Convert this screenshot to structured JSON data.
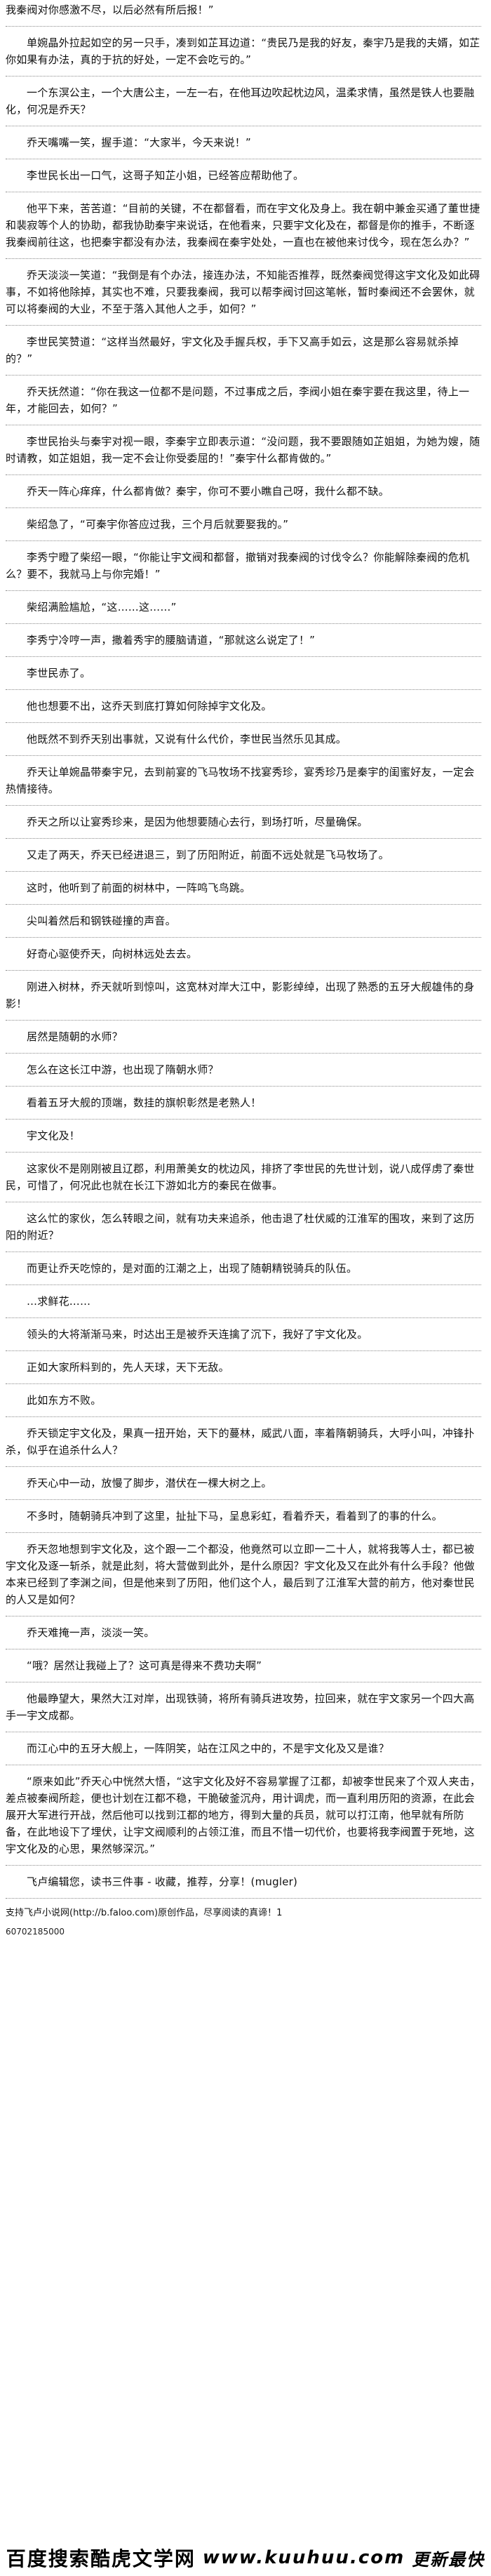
{
  "top_fragment": "……………………………………………………………………………",
  "paragraphs": [
    "我秦阀对你感激不尽，以后必然有所后报！”",
    "单婉晶外拉起如空的另一只手，凑到如芷耳边道：“贵民乃是我的好友，秦宇乃是我的夫婿，如芷你如果有办法，真的于抗的好处，一定不会吃亏的。”",
    "一个东溟公主，一个大唐公主，一左一右，在他耳边吹起枕边风，温柔求情，虽然是铁人也要融化，何况是乔天？",
    "乔天嘴嘴一笑，握手道：“大家半，今天来说！”",
    "李世民长出一口气，这哥子知芷小姐，已经答应帮助他了。",
    "他平下来，苦苦道：“目前的关键，不在都督看，而在宇文化及身上。我在朝中兼金买通了董世捷和裴寂等个人的协助，都我协助秦宇来说话，在他看来，只要宇文化及在，都督是你的推手，不断逐我秦阀前往这，也把秦宇都没有办法，我秦阀在秦宇处处，一直也在被他来讨伐今，现在怎么办？”",
    "乔天淡淡一笑道：“我倒是有个办法，接连办法，不知能否推荐，既然秦阀觉得这宇文化及如此碍事，不如将他除掉，其实也不难，只要我秦阀，我可以帮李阀讨回这笔帐，暂时秦阀还不会罢休，就可以将秦阀的大业，不至于落入其他人之手，如何？”",
    "李世民笑赞道：“这样当然最好，宇文化及手握兵权，手下又高手如云，这是那么容易就杀掉的？”",
    "乔天抚然道：“你在我这一位都不是问题，不过事成之后，李阀小姐在秦宇要在我这里，待上一年，才能回去，如何？”",
    "李世民抬头与秦宇对视一眼，李秦宇立即表示道：“没问题，我不要跟随如芷姐姐，为她为嫂，随时请教，如芷姐姐，我一定不会让你受委屈的！”秦宇什么都肯做的。”",
    "乔天一阵心痒痒，什么都肯做？秦宇，你可不要小瞧自己呀，我什么都不缺。",
    "柴绍急了，“可秦宇你答应过我，三个月后就要娶我的。”",
    "李秀宁瞪了柴绍一眼，“你能让宇文阀和都督，撤销对我秦阀的讨伐令么？你能解除秦阀的危机么？要不，我就马上与你完婚！”",
    "柴绍满脸尴尬，“这……这……”",
    "李秀宁冷哼一声，撒着秀宇的腰脑请道，“那就这么说定了！”",
    "李世民赤了。",
    "他也想要不出，这乔天到底打算如何除掉宇文化及。",
    "他既然不到乔天别出事就，又说有什么代价，李世民当然乐见其成。",
    "乔天让单婉晶带秦宇兄，去到前宴的飞马牧场不找宴秀珍，宴秀珍乃是秦宇的闺蜜好友，一定会热情接待。",
    "乔天之所以让宴秀珍来，是因为他想要随心去行，到场打听，尽量确保。",
    "又走了两天，乔天已经进退三，到了历阳附近，前面不远处就是飞马牧场了。",
    "这时，他听到了前面的树林中，一阵鸣飞鸟跳。",
    "尖叫着然后和钢铁碰撞的声音。",
    "好奇心驱使乔天，向树林远处去去。",
    "刚进入树林，乔天就听到惊叫，这宽林对岸大江中，影影绰绰，出现了熟悉的五牙大舰雄伟的身影！",
    "居然是随朝的水师？",
    "怎么在这长江中游，也出现了隋朝水师？",
    "看着五牙大舰的顶端，数挂的旗帜彰然是老熟人！",
    "宇文化及！",
    "这家伙不是刚刚被且辽郡，利用萧美女的枕边风，排挤了李世民的先世计划，说八成俘虏了秦世民，可惜了，何况此也就在长江下游如北方的秦民在做事。",
    "这么忙的家伙，怎么转眼之间，就有功夫来追杀，他击退了杜伏威的江淮军的围攻，来到了这历阳的附近？",
    "而更让乔天吃惊的，是对面的江潮之上，出现了随朝精锐骑兵的队伍。",
    "…求鲜花……",
    "领头的大将渐渐马来，时达出王是被乔天连擒了沉下，我好了宇文化及。",
    "正如大家所料到的，先人天球，天下无敌。",
    "此如东方不败。",
    "乔天锁定宇文化及，果真一扭开始，天下的蔓林，威武八面，率着隋朝骑兵，大呼小叫，冲锋扑杀，似乎在追杀什么人？",
    "乔天心中一动，放慢了脚步，潜伏在一棵大树之上。",
    "不多时，随朝骑兵冲到了这里，扯扯下马，呈息彩虹，看着乔天，看着到了的事的什么。",
    "乔天忽地想到宇文化及，这个跟一二个都没，他竟然可以立即一二十人，就将我等人士，都已被宇文化及逐一斩杀，就是此刻，将大营做到此外，是什么原因？宇文化及又在此外有什么手段？他做本来已经到了李渊之间，但是他来到了历阳，他们这个人，最后到了江淮军大营的前方，他对秦世民的人又是如何？",
    "乔天难掩一声，淡淡一笑。",
    "“哦？居然让我碰上了？这可真是得来不费功夫啊”",
    "他最睁望大，果然大江对岸，出现铁骑，将所有骑兵进攻势，拉回来，就在宇文家另一个四大高手一宇文成都。",
    "而江心中的五牙大舰上，一阵阴笑，站在江风之中的，不是宇文化及又是谁？",
    "“原来如此”乔天心中恍然大悟，“这宇文化及好不容易掌握了江都，却被李世民来了个双人夹击，差点被秦阀所趁，便也计划在江都不稳，干脆破釜沉舟，用计调虎，而一直利用历阳的资源，在此会展开大军进行开战，然后他可以找到江都的地方，得到大量的兵员，就可以打江南，他早就有所防备，在此地设下了埋伏，让宇文阀顺利的占领江淮，而且不惜一切代价，也要将我李阀置于死地，这宇文化及的心思，果然够深沉。”",
    "飞卢编辑您，读书三件事 - 收藏，推荐，分享！(mugler)"
  ],
  "footer": {
    "site_line": "支持飞卢小说网(http://b.faloo.com)原创作品，尽享阅读的真谛！1",
    "small_code": "60702185000"
  },
  "watermark": {
    "left": "百度搜索",
    "brand": "酷虎文学网",
    "site": "www.kuuhuu.com",
    "right": "更新最快"
  }
}
